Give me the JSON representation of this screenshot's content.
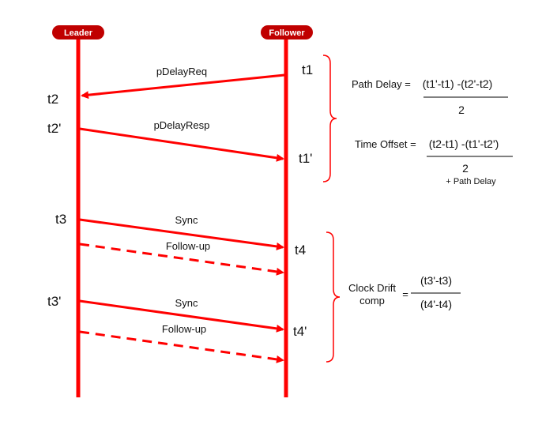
{
  "participants": {
    "leader": "Leader",
    "follower": "Follower"
  },
  "timestamps": {
    "t1": "t1",
    "t2": "t2",
    "t2p": "t2'",
    "t1p": "t1'",
    "t3": "t3",
    "t4": "t4",
    "t3p": "t3'",
    "t4p": "t4'"
  },
  "messages": {
    "pdelay_req": "pDelayReq",
    "pdelay_resp": "pDelayResp",
    "sync1": "Sync",
    "followup1": "Follow-up",
    "sync2": "Sync",
    "followup2": "Follow-up"
  },
  "formulas": {
    "path_delay": {
      "label": "Path Delay = ",
      "numerator": "(t1'-t1) -(t2'-t2)",
      "denominator": "2"
    },
    "time_offset": {
      "label": "Time Offset = ",
      "numerator": "(t2-t1) -(t1'-t2')",
      "denominator": "2",
      "extra": "+ Path Delay"
    },
    "clock_drift": {
      "label_line1": "Clock Drift",
      "label_line2": "comp",
      "equals": "=",
      "numerator": "(t3'-t3)",
      "denominator": "(t4'-t4)"
    }
  },
  "colors": {
    "line": "#ff0000",
    "pill": "#c00000",
    "brace": "#ff0000"
  }
}
